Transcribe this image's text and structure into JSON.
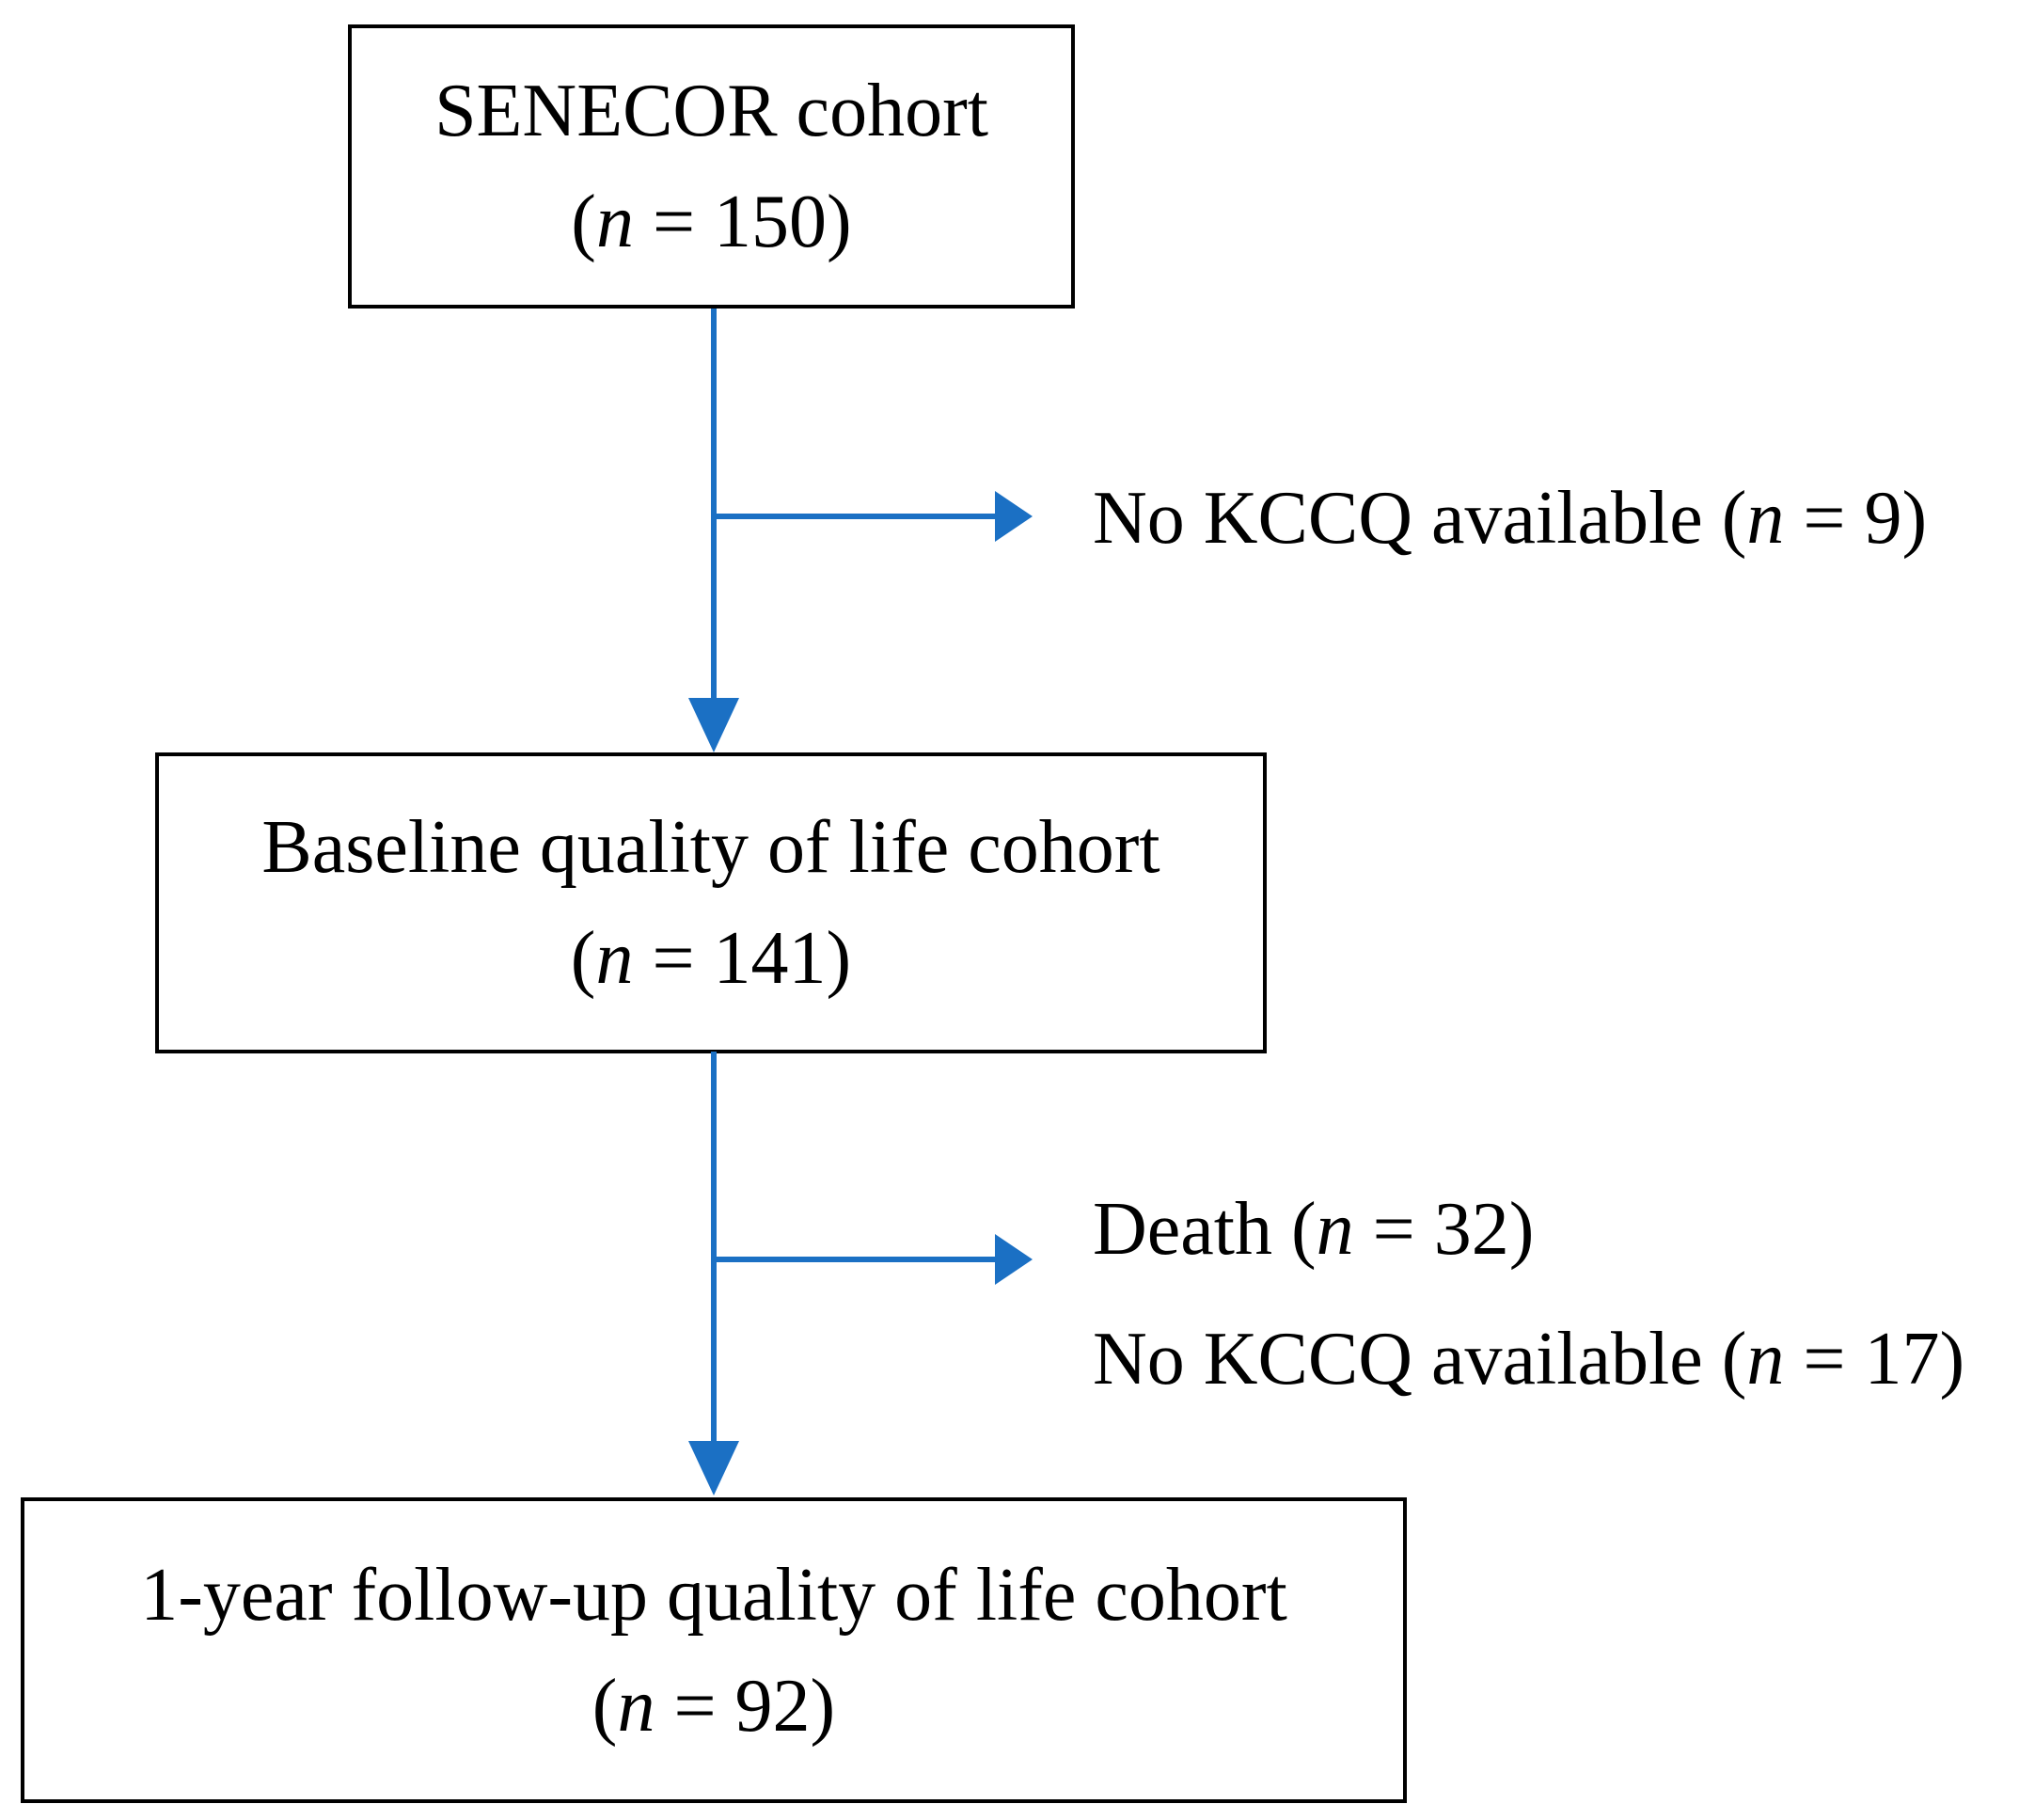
{
  "figure": {
    "type": "flow-diagram",
    "boxes": [
      {
        "title": "SENECOR cohort",
        "n_label": "(n = 150)"
      },
      {
        "title": "Baseline quality of life cohort",
        "n_label": "(n = 141)"
      },
      {
        "title": "1-year follow-up quality of life cohort",
        "n_label": "(n = 92)"
      }
    ],
    "exclusions": [
      {
        "lines": [
          "No KCCQ available (n = 9)"
        ]
      },
      {
        "lines": [
          "Death (n = 32)",
          "No KCCQ available (n = 17)"
        ]
      }
    ],
    "colors": {
      "arrow": "#1B70C4",
      "box_border": "#000000",
      "text": "#000000",
      "background": "#ffffff"
    }
  }
}
